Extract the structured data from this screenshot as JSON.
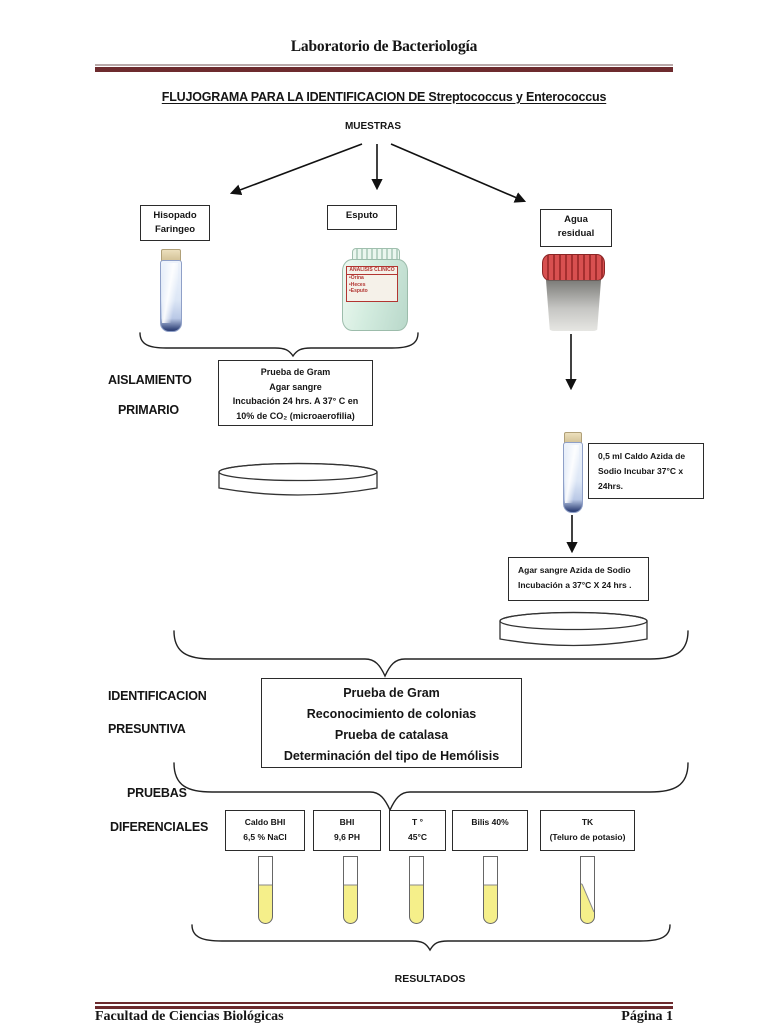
{
  "page": {
    "header_title": "Laboratorio de Bacteriología",
    "doc_title": "FLUJOGRAMA PARA LA IDENTIFICACION DE  Streptococcus y Enterococcus",
    "footer_left": "Facultad de Ciencias Biológicas",
    "footer_right": "Página 1"
  },
  "flow": {
    "muestras_label": "MUESTRAS",
    "samples": {
      "hisopado": {
        "line1": "Hisopado",
        "line2": "Faringeo"
      },
      "esputo": {
        "line1": "Esputo"
      },
      "agua": {
        "line1": "Agua",
        "line2": "residual"
      }
    },
    "jar_label": {
      "title": "ANALISIS CLINICO",
      "item1": "•Orina",
      "item2": "•Heces",
      "item3": "•Esputo"
    },
    "aislamiento": {
      "label1": "AISLAMIENTO",
      "label2": "PRIMARIO",
      "gram_box": {
        "l1": "Prueba de Gram",
        "l2": "Agar sangre",
        "l3": "Incubación  24 hrs. A 37° C en",
        "l4": "10% de CO₂ (microaerofilia)"
      },
      "azida_box": {
        "l1": "0,5 ml Caldo Azida de",
        "l2": "Sodio Incubar 37°C x",
        "l3": "24hrs."
      },
      "agar_azida_box": {
        "l1": "Agar sangre Azida de Sodio",
        "l2": "Incubación a 37°C X 24 hrs ."
      }
    },
    "identificacion": {
      "label1": "IDENTIFICACION",
      "label2": "PRESUNTIVA",
      "box": {
        "l1": "Prueba de Gram",
        "l2": "Reconocimiento de colonias",
        "l3": "Prueba de catalasa",
        "l4": "Determinación del tipo de Hemólisis"
      }
    },
    "pruebas": {
      "label1": "PRUEBAS",
      "label2": "DIFERENCIALES",
      "tests": [
        {
          "l1": "Caldo BHI",
          "l2": "6,5 % NaCl"
        },
        {
          "l1": "BHI",
          "l2": "9,6 PH"
        },
        {
          "l1": "T °",
          "l2": "45°C"
        },
        {
          "l1": "Bilis  40%",
          "l2": ""
        },
        {
          "l1": "TK",
          "l2": "(Teluro de potasio)"
        }
      ]
    },
    "resultados_label": "RESULTADOS"
  },
  "colors": {
    "rule_dark": "#6d2b2e",
    "rule_light": "#b9a9a9",
    "tube_liquid_yellow": "#f5ef8a",
    "cap_red": "#c53b3b",
    "jar_green": "#d3ecdf",
    "label_red": "#b23531",
    "text": "#151515"
  }
}
